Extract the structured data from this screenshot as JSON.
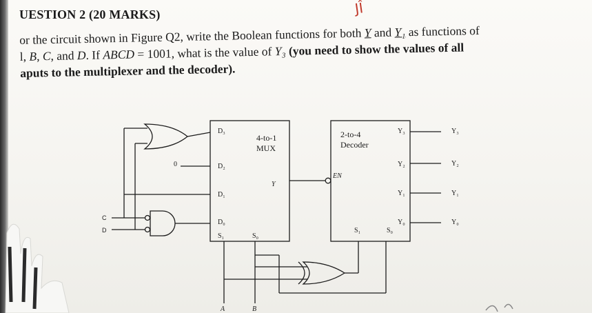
{
  "heading": "UESTION 2 (20 MARKS)",
  "margin_scribble": "JÎ",
  "question": {
    "line1": {
      "a": "or the circuit shown in Figure Q2, write the Boolean functions for both ",
      "y": "Y",
      "mid": " and ",
      "y1": "Y₁",
      "end": " as functions of"
    },
    "line2": {
      "a": "l, ",
      "b": "B",
      "c": ", ",
      "cc": "C",
      "d": ", and ",
      "dd": "D",
      "e": ". If ",
      "abcd": "ABCD",
      "f": " = 1001, what is the value of ",
      "y3": "Y₃",
      "g": " (you need to show the values of all"
    },
    "line3": "aputs to the multiplexer and the decoder)."
  },
  "circuit": {
    "mux": {
      "title": "4-to-1",
      "subtitle": "MUX",
      "inputs": [
        "D₃",
        "D₂",
        "D₁",
        "D₀"
      ],
      "output": "Y",
      "selects": [
        "S₁",
        "S₀"
      ]
    },
    "decoder": {
      "title": "2-to-4",
      "subtitle": "Decoder",
      "enable": "EN",
      "outputs": [
        "Y₃",
        "Y₂",
        "Y₁",
        "Y₀"
      ],
      "selects": [
        "S₁",
        "S₀"
      ]
    },
    "external_outputs": [
      "Y₃",
      "Y₂",
      "Y₁",
      "Y₀"
    ],
    "constant_input": "0",
    "inputs": {
      "c": "C",
      "d": "D",
      "a": "A",
      "b": "B"
    }
  }
}
